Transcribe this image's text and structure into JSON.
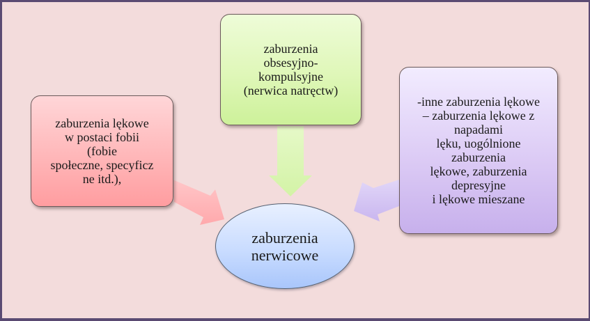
{
  "diagram": {
    "center": {
      "label": "zaburzenia\nnerwicowe",
      "color": "#c9dcff"
    },
    "nodes": [
      {
        "id": "phobias",
        "label": "zaburzenia lękowe\nw postaci fobii\n(fobie\nspołeczne, specyficz\nne itd.),",
        "color": "#ffb4b6",
        "arrow_color": "#ffb3b5",
        "arrow_direction": "down-right"
      },
      {
        "id": "ocd",
        "label": "zaburzenia\nobsesyjno-\nkompulsyjne\n(nerwica natręctw)",
        "color": "#dff7b8",
        "arrow_color": "#dcf7b0",
        "arrow_direction": "down"
      },
      {
        "id": "other-anxiety",
        "label": "-inne zaburzenia lękowe\n– zaburzenia lękowe z\nnapadami\nlęku, uogólnione\nzaburzenia\nlękowe, zaburzenia\ndepresyjne\ni lękowe mieszane",
        "color": "#dccbf5",
        "arrow_color": "#d4c2f2",
        "arrow_direction": "down-left"
      }
    ],
    "background": "#f3dcdc",
    "frame_color": "#5a4a72"
  }
}
